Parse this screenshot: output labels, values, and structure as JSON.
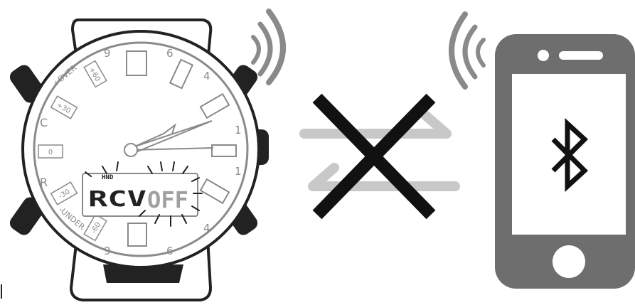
{
  "watch": {
    "dial_marks": {
      "top_left": "9",
      "top_right": "6",
      "upper_right": "4",
      "right_upper": "1",
      "right_lower": "1",
      "lower_right": "4",
      "bottom_right": "6",
      "bottom_left": "9"
    },
    "left_letters": {
      "upper": "C",
      "lower": "R"
    },
    "over_label": "+OVER",
    "under_label": "-UNDER",
    "boxes": {
      "plus60": "+60",
      "plus30": "+30",
      "zero": "0",
      "minus30": "-30",
      "minus60": "-60"
    },
    "lcd": {
      "indicator": "HND",
      "rcv": "RCV",
      "off": "OFF"
    }
  },
  "colors": {
    "outline": "#222222",
    "dial_gray": "#8a8a8a",
    "arrow_gray": "#c8c8c8",
    "phone_gray": "#6e6e6e",
    "lcd_off": "#a0a0a0"
  },
  "icons": {
    "connection_blocked": "x-mark-icon",
    "bluetooth": "bluetooth-icon",
    "signal": "signal-waves-icon"
  }
}
